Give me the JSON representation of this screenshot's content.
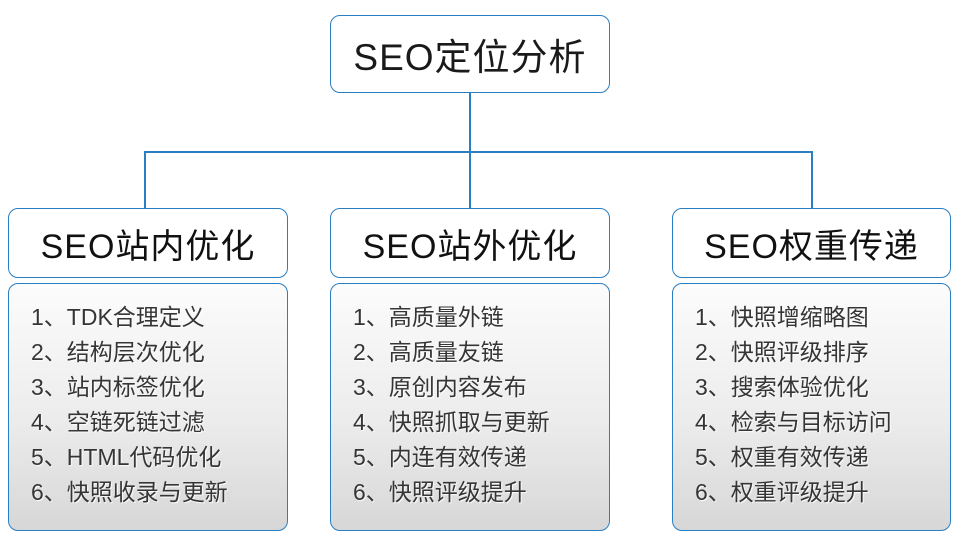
{
  "diagram": {
    "root": {
      "title": "SEO定位分析"
    },
    "columns": [
      {
        "title": "SEO站内优化",
        "items": [
          "1、TDK合理定义",
          "2、结构层次优化",
          "3、站内标签优化",
          "4、空链死链过滤",
          "5、HTML代码优化",
          "6、快照收录与更新"
        ]
      },
      {
        "title": "SEO站外优化",
        "items": [
          "1、高质量外链",
          "2、高质量友链",
          "3、原创内容发布",
          "4、快照抓取与更新",
          "5、内连有效传递",
          "6、快照评级提升"
        ]
      },
      {
        "title": "SEO权重传递",
        "items": [
          "1、快照增缩略图",
          "2、快照评级排序",
          "3、搜索体验优化",
          "4、检索与目标访问",
          "5、权重有效传递",
          "6、权重评级提升"
        ]
      }
    ],
    "colors": {
      "border_blue": "#2a7fc3",
      "connector_blue": "#2a7fc3",
      "list_bg_top": "#fcfcfc",
      "list_bg_bottom": "#d7d7d7",
      "text_dark": "#1a1a1a"
    }
  }
}
